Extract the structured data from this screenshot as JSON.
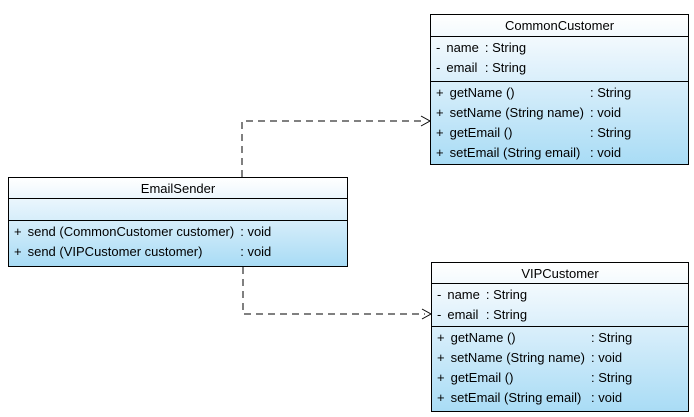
{
  "classes": [
    {
      "name": "CommonCustomer",
      "attributes": [
        {
          "vis": "-",
          "text": "name",
          "type": ": String"
        },
        {
          "vis": "-",
          "text": "email",
          "type": ": String"
        }
      ],
      "methods": [
        {
          "vis": "+",
          "text": "getName ()",
          "type": ": String"
        },
        {
          "vis": "+",
          "text": "setName (String name)",
          "type": ": void"
        },
        {
          "vis": "+",
          "text": "getEmail ()",
          "type": ": String"
        },
        {
          "vis": "+",
          "text": "setEmail (String email)",
          "type": ": void"
        }
      ]
    },
    {
      "name": "EmailSender",
      "attributes": [],
      "methods": [
        {
          "vis": "+",
          "text": "send (CommonCustomer customer)",
          "type": ": void"
        },
        {
          "vis": "+",
          "text": "send (VIPCustomer customer)",
          "type": ": void"
        }
      ]
    },
    {
      "name": "VIPCustomer",
      "attributes": [
        {
          "vis": "-",
          "text": "name",
          "type": ": String"
        },
        {
          "vis": "-",
          "text": "email",
          "type": ": String"
        }
      ],
      "methods": [
        {
          "vis": "+",
          "text": "getName ()",
          "type": ": String"
        },
        {
          "vis": "+",
          "text": "setName (String name)",
          "type": ": void"
        },
        {
          "vis": "+",
          "text": "getEmail ()",
          "type": ": String"
        },
        {
          "vis": "+",
          "text": "setEmail (String email)",
          "type": ": void"
        }
      ]
    }
  ],
  "relations": [
    {
      "type": "dependency",
      "style": "dashed-open-arrow",
      "from": "EmailSender",
      "to": "CommonCustomer"
    },
    {
      "type": "dependency",
      "style": "dashed-open-arrow",
      "from": "EmailSender",
      "to": "VIPCustomer"
    }
  ],
  "colors": {
    "canvas_background": "#ffffff",
    "box_gradient_top": "#ffffff",
    "box_gradient_bottom": "#a9dcf5",
    "box_border": "#000000",
    "text": "#000000",
    "connector": "#000000"
  }
}
